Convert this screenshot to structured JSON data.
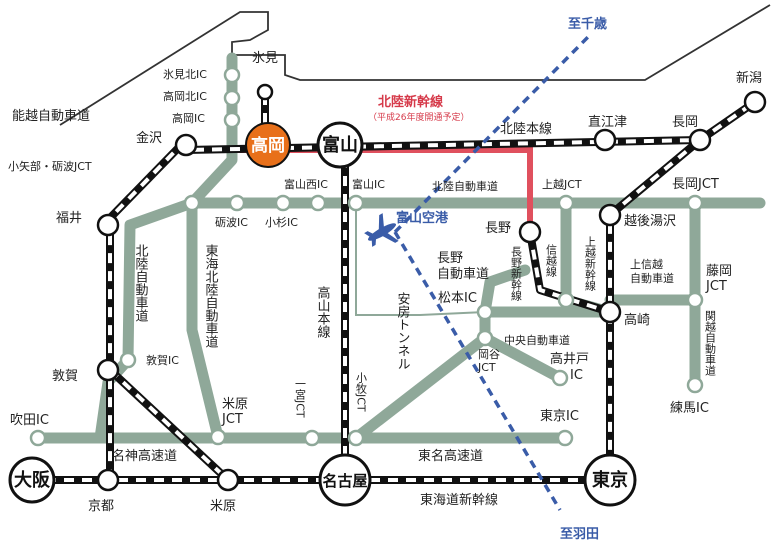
{
  "colors": {
    "expressway": "#8fa899",
    "railway": "#111111",
    "shinkansen": "#e0505e",
    "airroute": "#3a5ca8",
    "highlight": "#e8701a",
    "coast": "#333333"
  },
  "icons": {
    "airport": "airplane-icon"
  },
  "cities": {
    "osaka": "大阪",
    "nagoya": "名古屋",
    "tokyo": "東京",
    "toyama": "富山",
    "takaoka": "高岡"
  },
  "stations": {
    "himi": "氷見",
    "kanazawa": "金沢",
    "fukui": "福井",
    "tsuruga": "敦賀",
    "kyoto": "京都",
    "maibara": "米原",
    "nagano": "長野",
    "naoetsu": "直江津",
    "nagaoka": "長岡",
    "niigata": "新潟",
    "takasaki": "高崎",
    "echigo_yuzawa": "越後湯沢"
  },
  "interchanges": {
    "himi_kita_ic": "氷見北IC",
    "takaoka_kita_ic": "高岡北IC",
    "takaoka_ic": "高岡IC",
    "oyabe_tonami_jct": "小矢部・砺波JCT",
    "toyama_nishi_ic": "富山西IC",
    "tonami_ic": "砺波IC",
    "kosugi_ic": "小杉IC",
    "toyama_ic": "富山IC",
    "joetsu_jct": "上越JCT",
    "nagaoka_jct": "長岡JCT",
    "tsuruga_ic": "敦賀IC",
    "suita_ic": "吹田IC",
    "maibara_jct": "米原\nJCT",
    "ichinomiya_jct": "一宮JCT",
    "komaki_jct": "小牧JCT",
    "okaya_jct": "岡谷\nJCT",
    "takaido_ic": "高井戸\nIC",
    "tokyo_ic": "東京IC",
    "nerima_ic": "練馬IC",
    "matsumoto_ic": "松本IC",
    "fujioka_jct": "藤岡\nJCT"
  },
  "routes": {
    "noetsu_expressway": "能越自動車道",
    "hokuriku_shinkansen": "北陸新幹線",
    "shinkansen_note": "（平成26年度開通予定）",
    "hokuriku_main_line": "北陸本線",
    "hokuriku_expressway_h": "北陸自動車道",
    "hokuriku_expressway_v": "北陸自動車道",
    "tokai_hokuriku_expressway": "東海北陸自動車道",
    "takayama_line": "高山本線",
    "nagano_expressway": "長野\n自動車道",
    "nagano_shinkansen": "長野新幹線",
    "shinetsu_line": "信越線",
    "joetsu_shinkansen": "上越新幹線",
    "joshinetsu_expressway": "上信越\n自動車道",
    "kanetsu_expressway": "関越自動車道",
    "abo_tunnel": "安房トンネル",
    "chuo_expressway": "中央自動車道",
    "meishin_expressway": "名神高速道",
    "tomei_expressway": "東名高速道",
    "tokaido_shinkansen": "東海道新幹線"
  },
  "airport": {
    "name": "富山空港",
    "to_chitose": "至千歳",
    "to_haneda": "至羽田"
  }
}
